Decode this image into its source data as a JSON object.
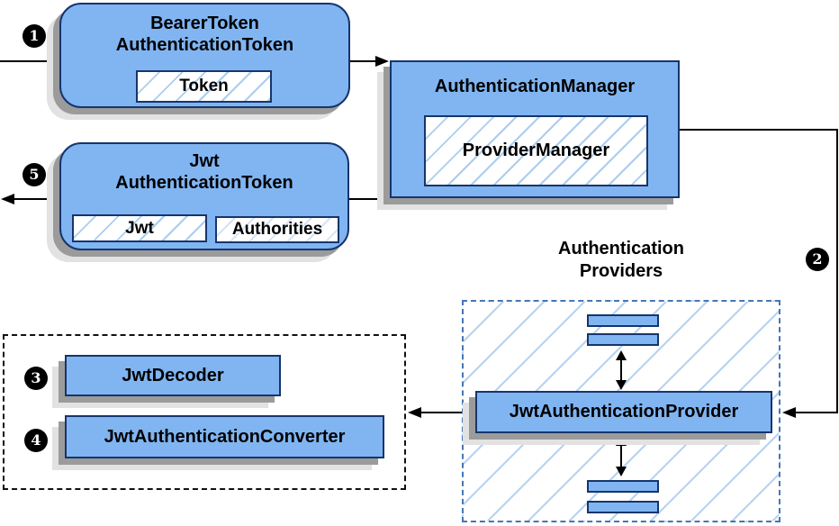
{
  "badges": {
    "step1": "1",
    "step2": "2",
    "step3": "3",
    "step4": "4",
    "step5": "5"
  },
  "bearer_token_node": {
    "title_line1": "BearerToken",
    "title_line2": "AuthenticationToken",
    "token_label": "Token"
  },
  "auth_manager_node": {
    "title": "AuthenticationManager",
    "provider_manager_label": "ProviderManager"
  },
  "jwt_token_node": {
    "title_line1": "Jwt",
    "title_line2": "AuthenticationToken",
    "jwt_label": "Jwt",
    "authorities_label": "Authorities"
  },
  "providers_group": {
    "label_line1": "Authentication",
    "label_line2": "Providers",
    "provider_label": "JwtAuthenticationProvider"
  },
  "decoder_group": {
    "decoder_label": "JwtDecoder",
    "converter_label": "JwtAuthenticationConverter"
  },
  "colors": {
    "node_fill": "#80b5f2",
    "node_border": "#16356b",
    "hatch_line": "#aacdf0",
    "container_hatch_line": "#b7d3f1",
    "providers_container_border": "#4577b4",
    "shadow_dark": "#9b9b9b",
    "shadow_light": "#e2e2e2",
    "arrow": "#000000",
    "badge_bg": "#000000",
    "badge_text": "#ffffff"
  }
}
